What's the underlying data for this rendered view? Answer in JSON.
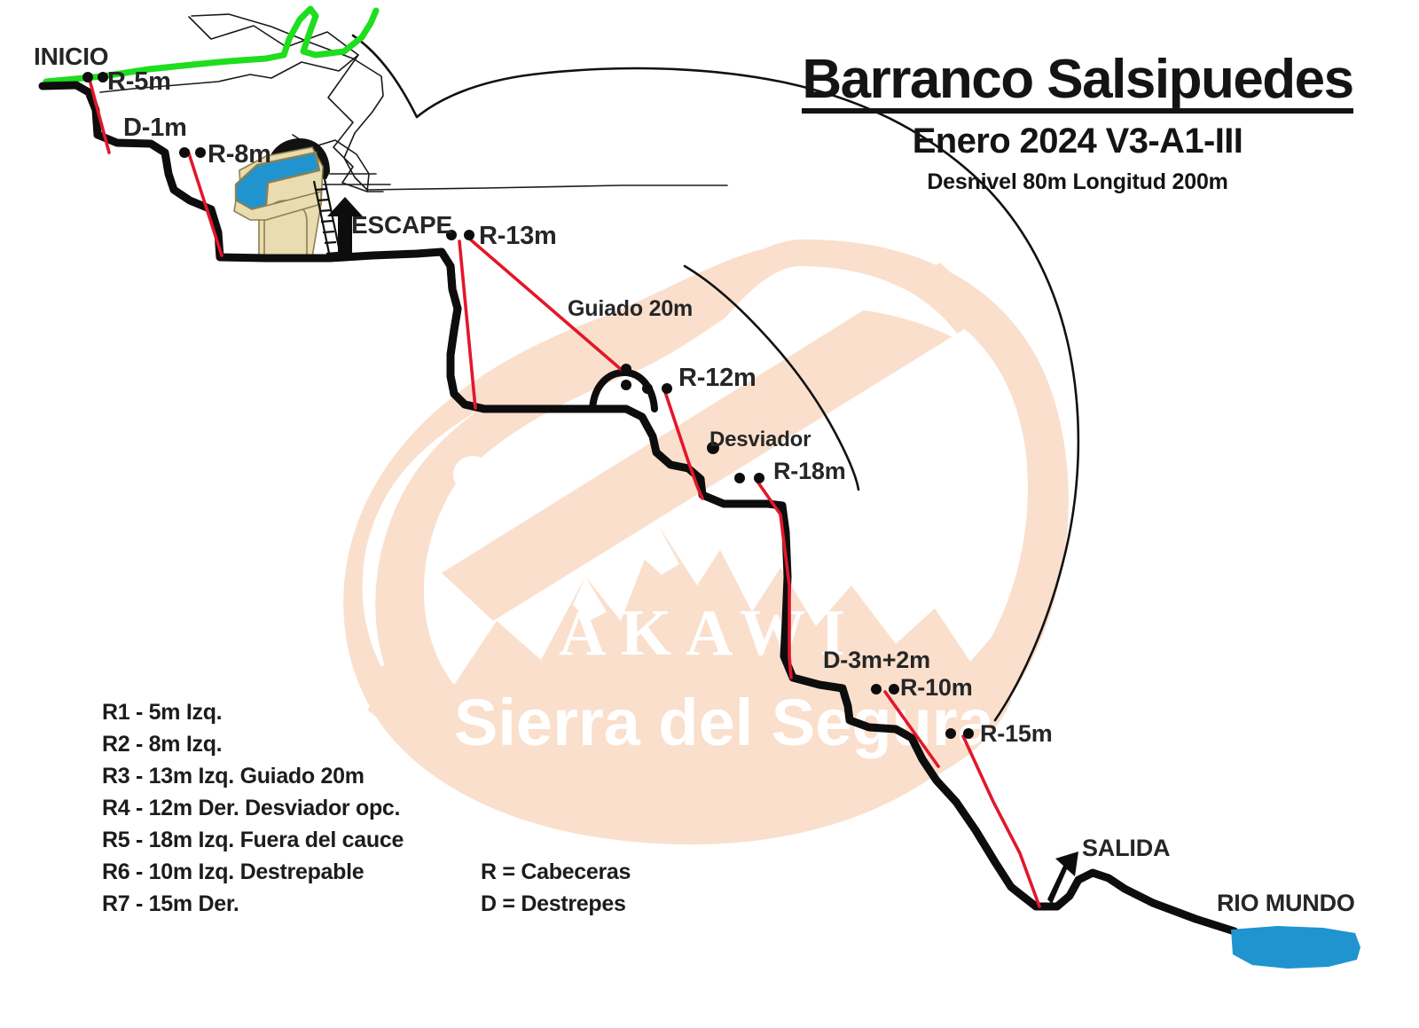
{
  "title": {
    "main": "Barranco Salsipuedes",
    "sub": "Enero 2024 V3-A1-III",
    "sub2": "Desnivel 80m Longitud 200m"
  },
  "watermark": {
    "brand": "AKAWI",
    "region": "Sierra del Segura",
    "color": "#fadfcc"
  },
  "colors": {
    "rappel_line": "#e2172b",
    "canyon_bed": "#111111",
    "approach_trail": "#1fdd1f",
    "water": "#1f94cf",
    "rock": "#e8dcb0",
    "contour": "#1a1a1a",
    "label": "#262626"
  },
  "map_labels": {
    "inicio": "INICIO",
    "escape": "ESCAPE",
    "salida": "SALIDA",
    "rio": "RIO MUNDO",
    "guiado": "Guiado 20m",
    "desviador": "Desviador",
    "r1": "R-5m",
    "d1": "D-1m",
    "r2": "R-8m",
    "r3": "R-13m",
    "r4": "R-12m",
    "r5": "R-18m",
    "d2": "D-3m+2m",
    "r6": "R-10m",
    "r7": "R-15m"
  },
  "legend": {
    "rows": [
      "R1 - 5m Izq.",
      "R2 - 8m Izq.",
      "R3 - 13m Izq. Guiado 20m",
      "R4 - 12m Der. Desviador opc.",
      "R5 - 18m Izq. Fuera del cauce",
      "R6 - 10m Izq. Destrepable",
      "R7 - 15m Der."
    ],
    "key": [
      "R = Cabeceras",
      "D = Destrepes"
    ]
  },
  "chart_data": {
    "type": "line",
    "title": "Barranco Salsipuedes — perfil topográfico",
    "xlabel": "Longitud 200m",
    "ylabel": "Desnivel 80m",
    "total_descent_m": 80,
    "total_length_m": 200,
    "obstacles": [
      {
        "id": "R1",
        "label": "R-5m",
        "type": "rappel",
        "height_m": 5,
        "side": "Izq."
      },
      {
        "id": "D1",
        "label": "D-1m",
        "type": "destrepe",
        "height_m": 1
      },
      {
        "id": "R2",
        "label": "R-8m",
        "type": "rappel",
        "height_m": 8,
        "side": "Izq."
      },
      {
        "id": "R3",
        "label": "R-13m",
        "type": "rappel",
        "height_m": 13,
        "side": "Izq.",
        "note": "Guiado 20m"
      },
      {
        "id": "R4",
        "label": "R-12m",
        "type": "rappel",
        "height_m": 12,
        "side": "Der.",
        "note": "Desviador opc."
      },
      {
        "id": "R5",
        "label": "R-18m",
        "type": "rappel",
        "height_m": 18,
        "side": "Izq.",
        "note": "Fuera del cauce"
      },
      {
        "id": "D2",
        "label": "D-3m+2m",
        "type": "destrepe",
        "height_m": 5
      },
      {
        "id": "R6",
        "label": "R-10m",
        "type": "rappel",
        "height_m": 10,
        "side": "Izq.",
        "note": "Destrepable"
      },
      {
        "id": "R7",
        "label": "R-15m",
        "type": "rappel",
        "height_m": 15,
        "side": "Der."
      }
    ],
    "markers": [
      "INICIO",
      "ESCAPE",
      "SALIDA",
      "RIO MUNDO"
    ]
  }
}
